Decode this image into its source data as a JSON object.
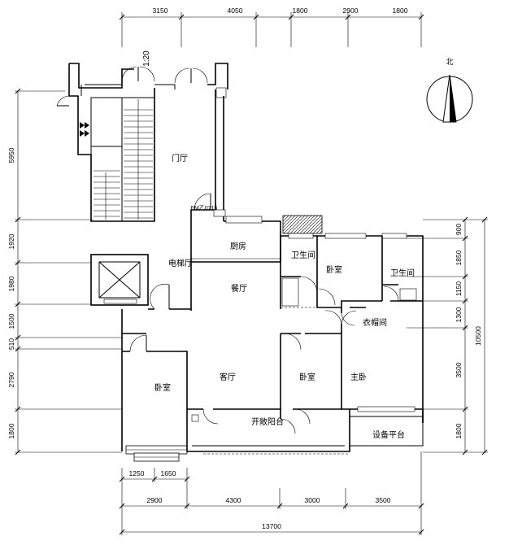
{
  "dims_top": [
    "3150",
    "4050",
    "1800",
    "2900",
    "1800"
  ],
  "dims_bottom": [
    "2900",
    "4300",
    "3000",
    "3500"
  ],
  "dims_bottom_total": "13700",
  "dims_window": [
    "1250",
    "1650"
  ],
  "dims_left": [
    "5950",
    "1920",
    "1980",
    "1500",
    "510",
    "2790",
    "1800"
  ],
  "dims_right": [
    "900",
    "1850",
    "1150",
    "1300",
    "3500",
    "1800"
  ],
  "dims_right_total": "10500",
  "scale_label": "1:20",
  "north_label": "北",
  "door_code": "FM乙0715",
  "rooms": {
    "lobby": "门厅",
    "kitchen": "厨房",
    "elevator_hall": "电梯厅",
    "bathroom_1": "卫生间",
    "bedroom_1": "卧室",
    "bathroom_2": "卫生间",
    "dining": "餐厅",
    "closet": "衣帽间",
    "bedroom_2": "卧室",
    "living": "客厅",
    "bedroom_3": "卧室",
    "master": "主卧",
    "balcony": "开敞阳台",
    "platform": "设备平台"
  }
}
